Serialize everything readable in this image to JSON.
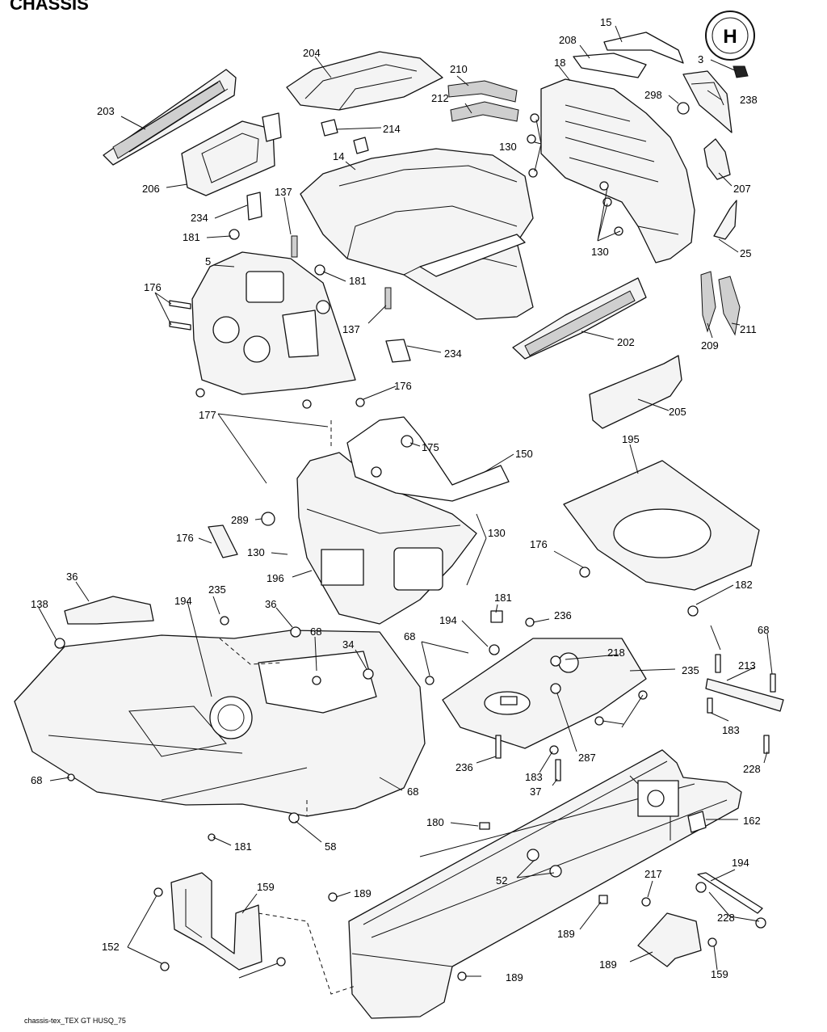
{
  "header_text": "CHASSIS",
  "footer_text": "chassis-tex_TEX GT HUSQ_75",
  "logo_letter": "H",
  "callouts": [
    "15",
    "208",
    "3",
    "204",
    "210",
    "18",
    "238",
    "203",
    "214",
    "212",
    "298",
    "130",
    "14",
    "207",
    "206",
    "137",
    "234",
    "181",
    "130",
    "25",
    "5",
    "181",
    "176",
    "137",
    "209",
    "211",
    "234",
    "202",
    "176",
    "205",
    "177",
    "175",
    "150",
    "195",
    "289",
    "176",
    "130",
    "176",
    "130",
    "182",
    "196",
    "36",
    "235",
    "181",
    "138",
    "194",
    "36",
    "68",
    "236",
    "194",
    "34",
    "235",
    "218",
    "213",
    "68",
    "68",
    "183",
    "236",
    "287",
    "68",
    "183",
    "37",
    "68",
    "228",
    "180",
    "162",
    "181",
    "58",
    "159",
    "189",
    "217",
    "194",
    "52",
    "228",
    "189",
    "152",
    "189",
    "159",
    "189"
  ],
  "colors": {
    "line": "#111111",
    "fill": "#f4f4f4",
    "hatch": "#cfcfcf"
  }
}
